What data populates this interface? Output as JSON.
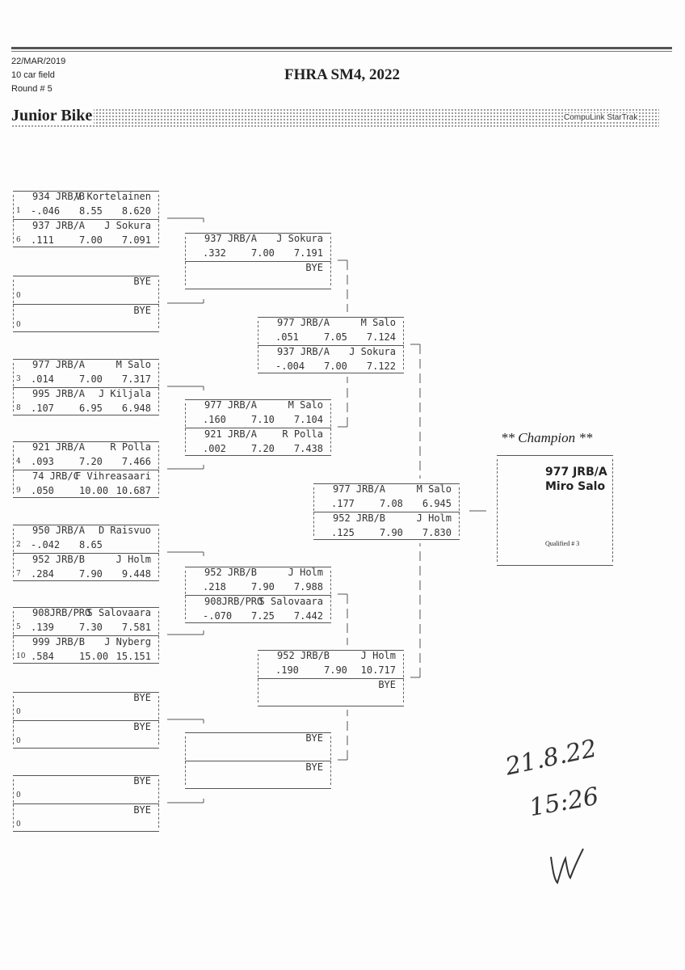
{
  "header": {
    "date": "22/MAR/2019",
    "field": "10 car field",
    "round": "Round # 5",
    "title": "FHRA SM4, 2022",
    "class_name": "Junior Bike",
    "brand": "CompuLink StarTrak"
  },
  "rounds": [
    {
      "matches": [
        {
          "lanes": [
            {
              "car": "934 JRB/B",
              "driver": "V Kortelainen",
              "seed": "1",
              "rt": "-.046",
              "dial": "8.55",
              "et": "8.620"
            },
            {
              "car": "937 JRB/A",
              "driver": "J Sokura",
              "seed": "6",
              "rt": ".111",
              "dial": "7.00",
              "et": "7.091"
            }
          ]
        },
        {
          "lanes": [
            {
              "car": "",
              "driver": "BYE",
              "seed": "0",
              "rt": "",
              "dial": "",
              "et": ""
            },
            {
              "car": "",
              "driver": "BYE",
              "seed": "0",
              "rt": "",
              "dial": "",
              "et": ""
            }
          ]
        },
        {
          "lanes": [
            {
              "car": "977 JRB/A",
              "driver": "M Salo",
              "seed": "3",
              "rt": ".014",
              "dial": "7.00",
              "et": "7.317"
            },
            {
              "car": "995 JRB/A",
              "driver": "J Kiljala",
              "seed": "8",
              "rt": ".107",
              "dial": "6.95",
              "et": "6.948"
            }
          ]
        },
        {
          "lanes": [
            {
              "car": "921 JRB/A",
              "driver": "R Polla",
              "seed": "4",
              "rt": ".093",
              "dial": "7.20",
              "et": "7.466"
            },
            {
              "car": "74 JRB/C",
              "driver": "F Vihreasaari",
              "seed": "9",
              "rt": ".050",
              "dial": "10.00",
              "et": "10.687"
            }
          ]
        },
        {
          "lanes": [
            {
              "car": "950 JRB/A",
              "driver": "D Raisvuo",
              "seed": "2",
              "rt": "-.042",
              "dial": "8.65",
              "et": ""
            },
            {
              "car": "952 JRB/B",
              "driver": "J Holm",
              "seed": "7",
              "rt": ".284",
              "dial": "7.90",
              "et": "9.448"
            }
          ]
        },
        {
          "lanes": [
            {
              "car": "908JRB/PRO",
              "driver": "S Salovaara",
              "seed": "5",
              "rt": ".139",
              "dial": "7.30",
              "et": "7.581"
            },
            {
              "car": "999 JRB/B",
              "driver": "J Nyberg",
              "seed": "10",
              "rt": ".584",
              "dial": "15.00",
              "et": "15.151"
            }
          ]
        },
        {
          "lanes": [
            {
              "car": "",
              "driver": "BYE",
              "seed": "0",
              "rt": "",
              "dial": "",
              "et": ""
            },
            {
              "car": "",
              "driver": "BYE",
              "seed": "0",
              "rt": "",
              "dial": "",
              "et": ""
            }
          ]
        },
        {
          "lanes": [
            {
              "car": "",
              "driver": "BYE",
              "seed": "0",
              "rt": "",
              "dial": "",
              "et": ""
            },
            {
              "car": "",
              "driver": "BYE",
              "seed": "0",
              "rt": "",
              "dial": "",
              "et": ""
            }
          ]
        }
      ]
    },
    {
      "matches": [
        {
          "lanes": [
            {
              "car": "937 JRB/A",
              "driver": "J Sokura",
              "rt": ".332",
              "dial": "7.00",
              "et": "7.191"
            },
            {
              "car": "",
              "driver": "BYE",
              "rt": "",
              "dial": "",
              "et": ""
            }
          ]
        },
        {
          "lanes": [
            {
              "car": "977 JRB/A",
              "driver": "M Salo",
              "rt": ".160",
              "dial": "7.10",
              "et": "7.104"
            },
            {
              "car": "921 JRB/A",
              "driver": "R Polla",
              "rt": ".002",
              "dial": "7.20",
              "et": "7.438"
            }
          ]
        },
        {
          "lanes": [
            {
              "car": "952 JRB/B",
              "driver": "J Holm",
              "rt": ".218",
              "dial": "7.90",
              "et": "7.988"
            },
            {
              "car": "908JRB/PRO",
              "driver": "S Salovaara",
              "rt": "-.070",
              "dial": "7.25",
              "et": "7.442"
            }
          ]
        },
        {
          "lanes": [
            {
              "car": "",
              "driver": "BYE",
              "rt": "",
              "dial": "",
              "et": ""
            },
            {
              "car": "",
              "driver": "BYE",
              "rt": "",
              "dial": "",
              "et": ""
            }
          ]
        }
      ]
    },
    {
      "matches": [
        {
          "lanes": [
            {
              "car": "977 JRB/A",
              "driver": "M Salo",
              "rt": ".051",
              "dial": "7.05",
              "et": "7.124"
            },
            {
              "car": "937 JRB/A",
              "driver": "J Sokura",
              "rt": "-.004",
              "dial": "7.00",
              "et": "7.122"
            }
          ]
        },
        {
          "lanes": [
            {
              "car": "952 JRB/B",
              "driver": "J Holm",
              "rt": ".190",
              "dial": "7.90",
              "et": "10.717"
            },
            {
              "car": "",
              "driver": "BYE",
              "rt": "",
              "dial": "",
              "et": ""
            }
          ]
        }
      ]
    },
    {
      "matches": [
        {
          "lanes": [
            {
              "car": "977 JRB/A",
              "driver": "M Salo",
              "rt": ".177",
              "dial": "7.08",
              "et": "6.945"
            },
            {
              "car": "952 JRB/B",
              "driver": "J Holm",
              "rt": ".125",
              "dial": "7.90",
              "et": "7.830"
            }
          ]
        }
      ]
    }
  ],
  "champion": {
    "heading": "** Champion **",
    "car": "977  JRB/A",
    "driver": "Miro Salo",
    "qualified": "Qualified # 3"
  },
  "handwriting": {
    "date": "21.8.22",
    "time": "15:26",
    "initials": "W"
  }
}
